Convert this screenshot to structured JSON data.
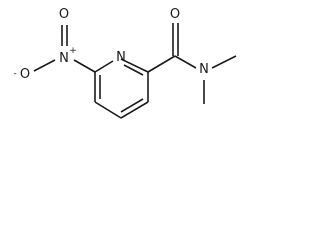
{
  "molecule": {
    "atoms": {
      "amide_oxygen": "O",
      "ring_nitrogen": "N",
      "amide_nitrogen": "N",
      "nitro_nitrogen": "N",
      "nitro_charge_plus": "+",
      "nitro_oxygen_neg": "O",
      "nitro_charge_minus": "-",
      "nitro_oxygen": "O"
    }
  }
}
